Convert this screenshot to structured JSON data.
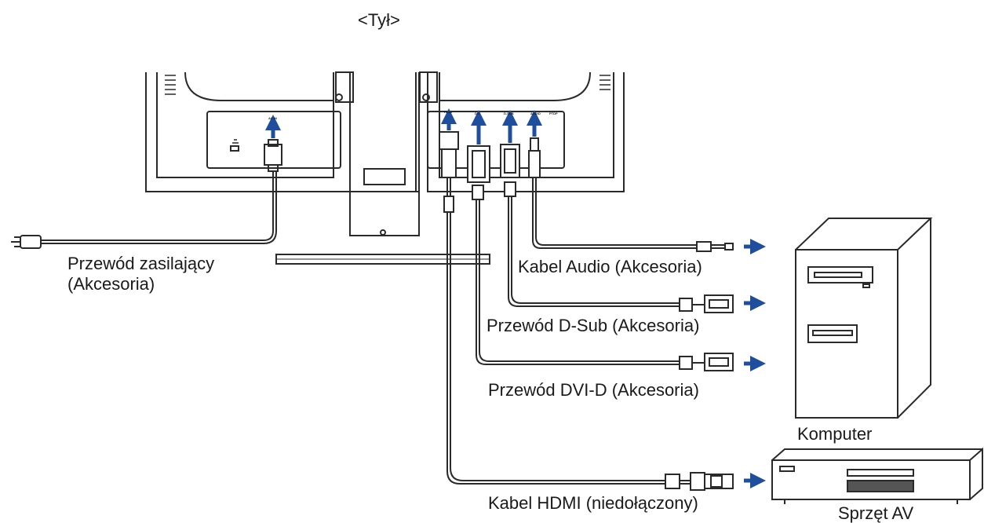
{
  "view_title": "<Tył>",
  "labels": {
    "power_cable_line1": "Przewód zasilający",
    "power_cable_line2": "(Akcesoria)",
    "audio_cable": "Kabel Audio (Akcesoria)",
    "dsub_cable": "Przewód D-Sub (Akcesoria)",
    "dvi_cable": "Przewód DVI-D (Akcesoria)",
    "hdmi_cable": "Kabel HDMI (niedołączony)",
    "computer": "Komputer",
    "av_device": "Sprzęt AV"
  },
  "port_labels": {
    "ac_in": "AC IN",
    "hdmi": "HDMI",
    "dvi": "DVI",
    "dsub": "D-SUB",
    "audio": "AUDIO",
    "ptdp": "PTDP"
  },
  "colors": {
    "arrow": "#1f4e9c",
    "line": "#2a2a2a"
  }
}
